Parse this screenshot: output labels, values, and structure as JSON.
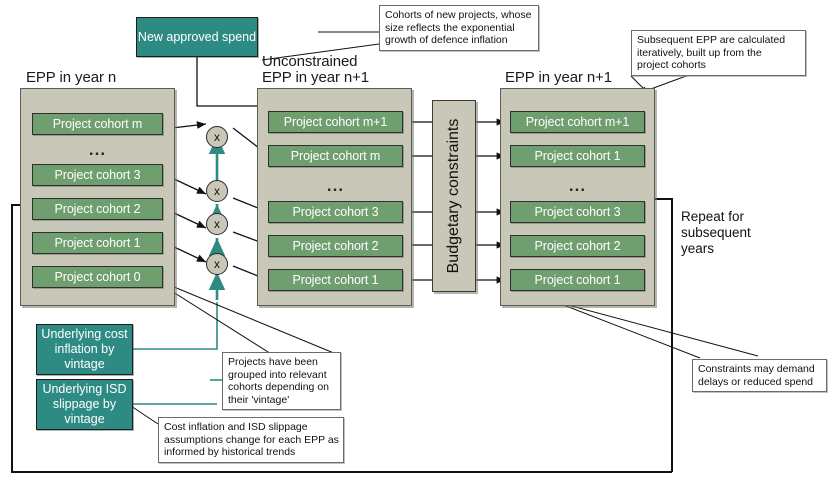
{
  "diagram": {
    "title_left": "EPP in year n",
    "title_mid": "Unconstrained\nEPP in year n+1",
    "title_right": "EPP in year n+1",
    "ellipsis": "...",
    "multiply_symbol": "x"
  },
  "columns": {
    "left": {
      "label": "EPP in year n",
      "cohorts": [
        "Project cohort m",
        "Project cohort 3",
        "Project cohort 2",
        "Project cohort 1",
        "Project cohort 0"
      ]
    },
    "middle": {
      "label": "Unconstrained EPP in year n+1",
      "cohorts": [
        "Project cohort m+1",
        "Project cohort  m",
        "Project cohort 3",
        "Project cohort 2",
        "Project cohort 1"
      ]
    },
    "right": {
      "label": "EPP in year n+1",
      "cohorts": [
        "Project cohort m+1",
        "Project cohort 1",
        "Project cohort 3",
        "Project cohort 2",
        "Project cohort 1"
      ]
    }
  },
  "inputs": {
    "new_spend": "New approved\nspend",
    "cost_inflation": "Underlying\ncost inflation\nby vintage",
    "isd_slippage": "Underlying\nISD slippage\nby vintage"
  },
  "constraints_box": "Budgetary constraints",
  "notes": {
    "new_cohorts": "Cohorts of new projects, whose\nsize reflects the exponential\ngrowth of defence inflation",
    "subsequent_epp": "Subsequent EPP are calculated\niteratively, built up from the\nproject cohorts",
    "vintage_grouping": "Projects have been\ngrouped into relevant\ncohorts depending on\ntheir 'vintage'",
    "assumptions": "Cost inflation and ISD slippage\nassumptions change for each EPP as\ninformed by historical trends",
    "constraints_effect": "Constraints may demand\ndelays or reduced spend"
  },
  "labels": {
    "repeat": "Repeat for\nsubsequent\nyears"
  },
  "colors": {
    "panel": "#c9c8b8",
    "cohort_green": "#6f9e6f",
    "teal": "#2e8b84",
    "line": "#111111",
    "teal_line": "#2e8b84"
  }
}
